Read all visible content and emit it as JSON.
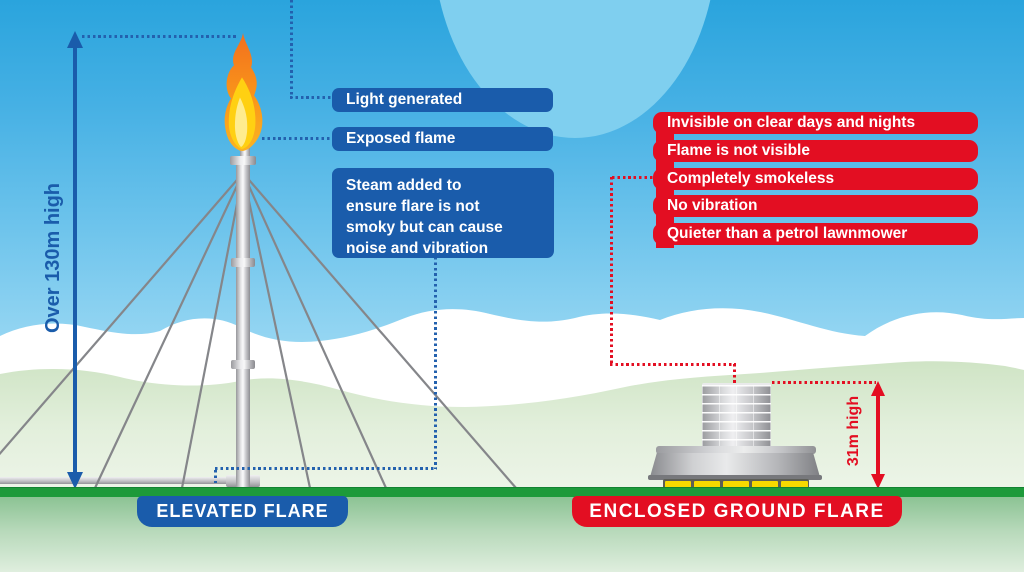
{
  "elevated": {
    "badge": "ELEVATED FLARE",
    "height_label": "Over 130m high",
    "callout_light": "Light generated",
    "callout_flame": "Exposed flame",
    "callout_steam_lines": [
      "Steam added to",
      "ensure flare is not",
      "smoky but can cause",
      "noise and vibration"
    ]
  },
  "enclosed": {
    "badge": "ENCLOSED GROUND FLARE",
    "height_label": "31m high",
    "callouts": [
      "Invisible on clear days and nights",
      "Flame is not visible",
      "Completely smokeless",
      "No vibration",
      "Quieter than a petrol lawnmower"
    ]
  },
  "colors": {
    "blue": "#1a5cab",
    "red": "#e30e22",
    "ground_green": "#1d9a3a",
    "hill_green": "#cfe4c5",
    "sky_top": "#2aa4dd",
    "flame_orange": "#f6891e",
    "flame_yellow": "#ffd012"
  }
}
